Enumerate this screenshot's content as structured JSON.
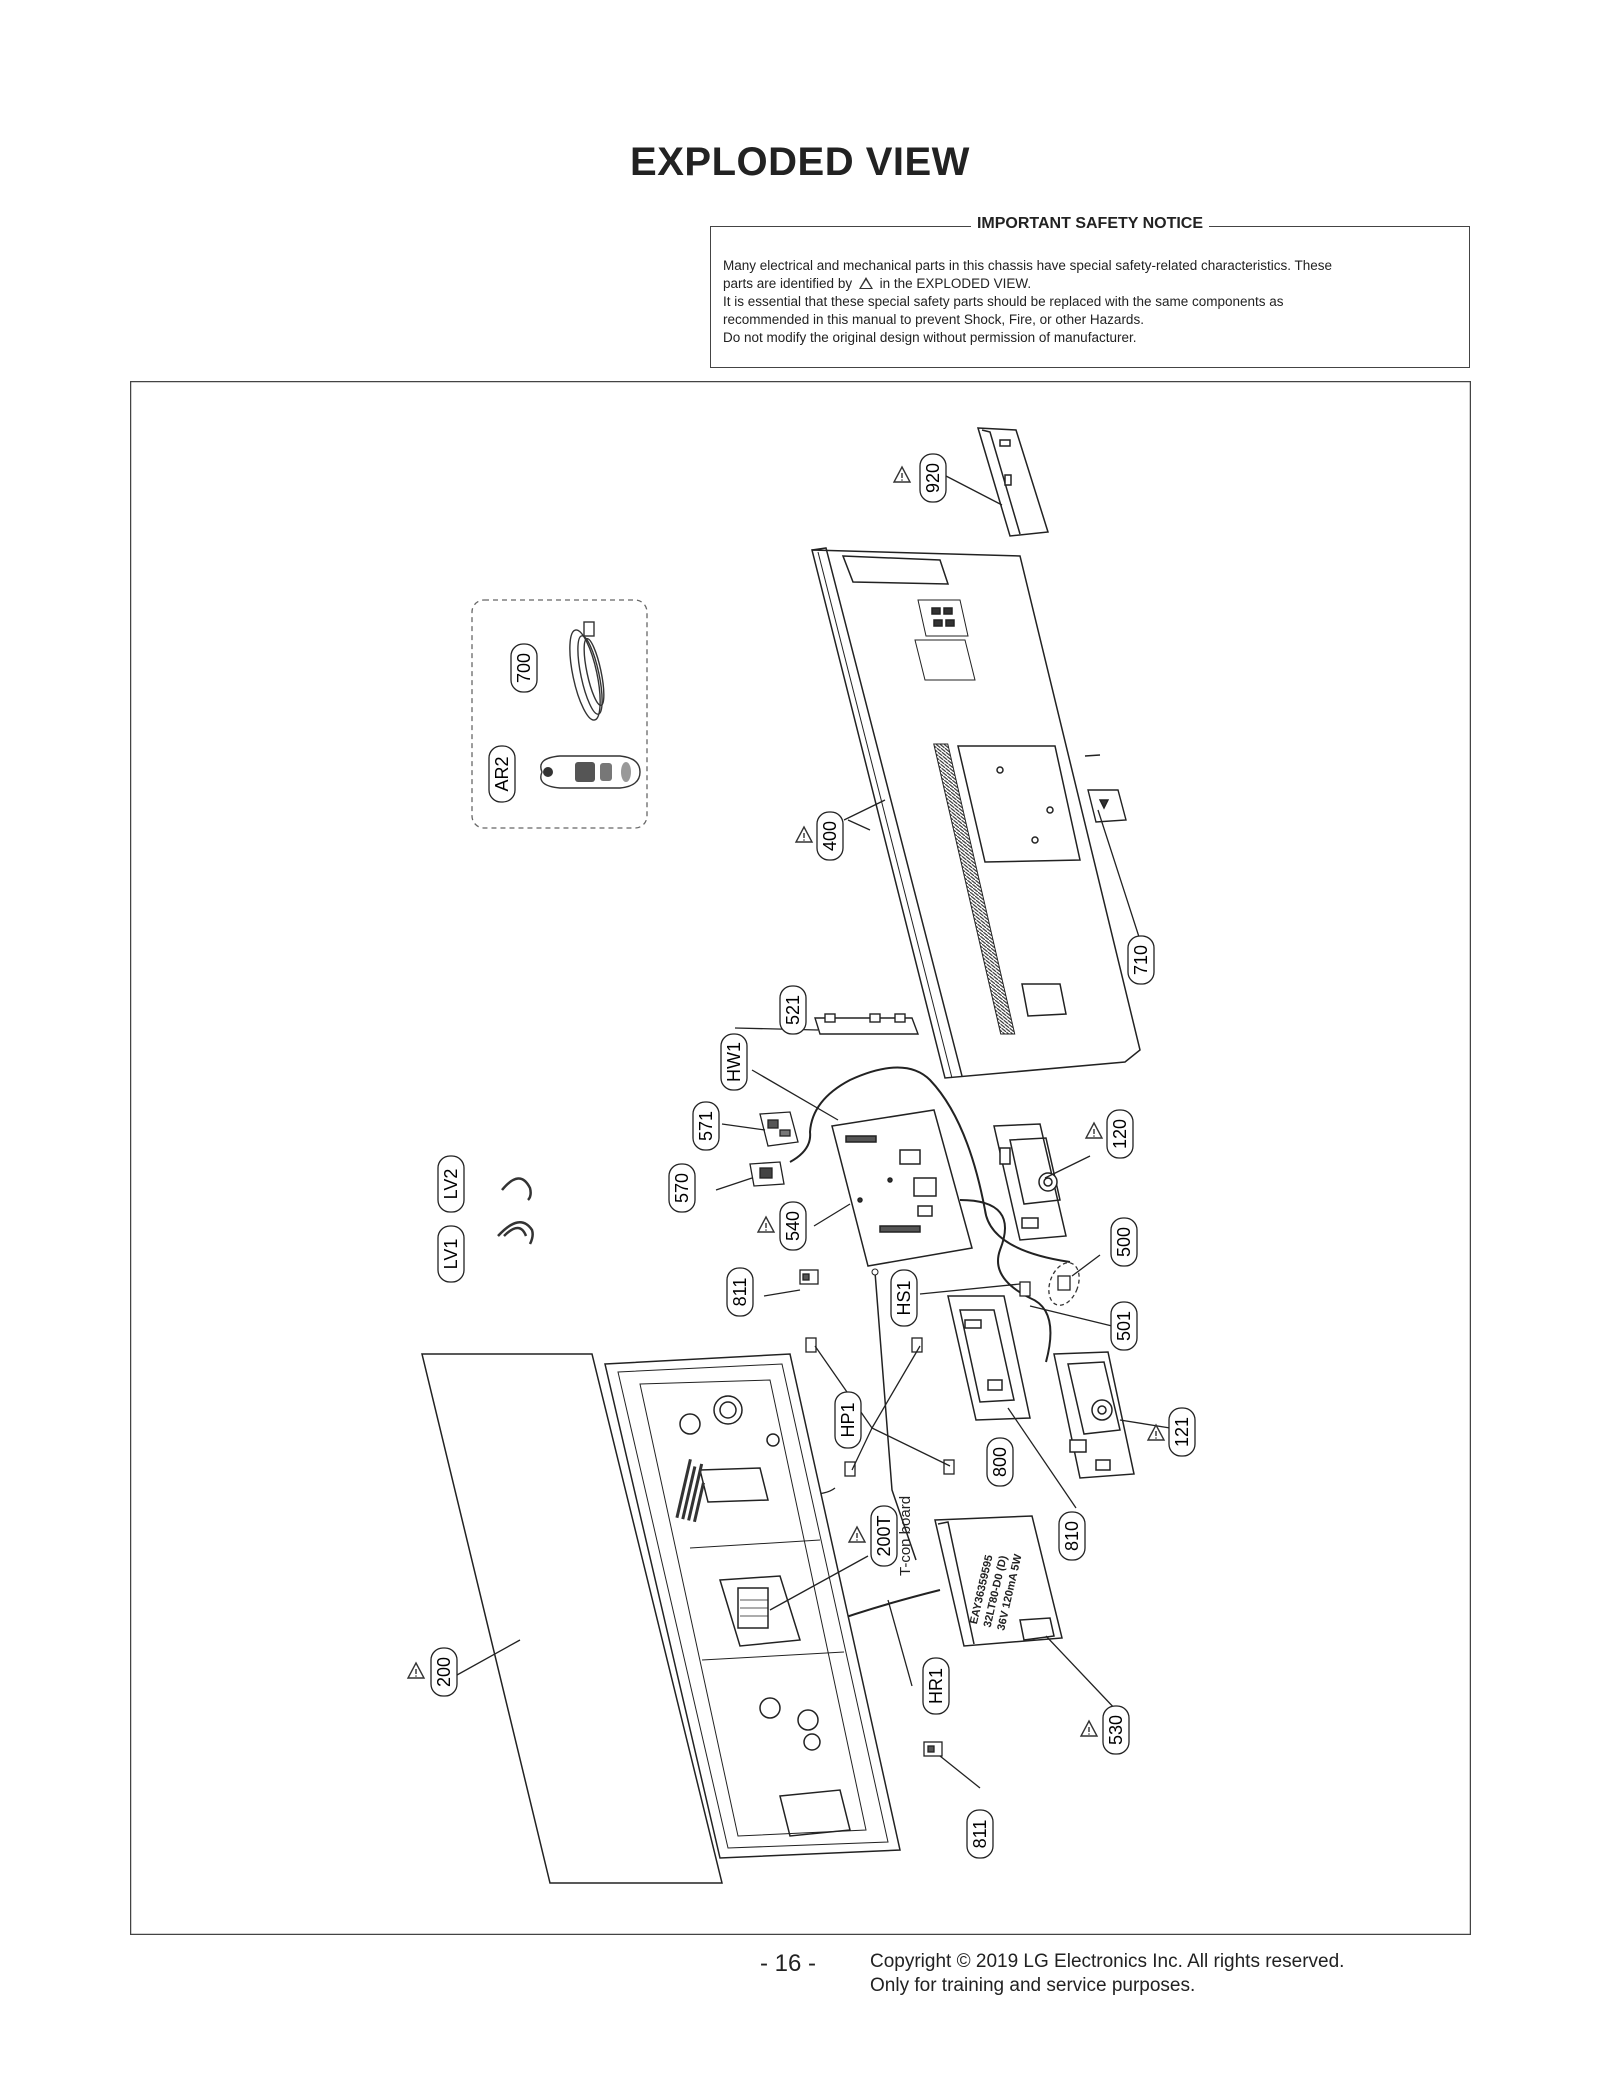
{
  "page_title": "EXPLODED VIEW",
  "safety_notice": {
    "heading": "IMPORTANT SAFETY NOTICE",
    "line1": "Many electrical and mechanical parts in this chassis have special safety-related characteristics. These",
    "line2_before": "parts are identified by",
    "line2_after": "in the EXPLODED VIEW.",
    "line3": "It is essential that these special safety parts should be replaced with the same components as",
    "line4": "recommended in this manual to prevent Shock, Fire, or other Hazards.",
    "line5": "Do not modify the original design without permission of manufacturer."
  },
  "diagram": {
    "labels": {
      "p920": "920",
      "p700": "700",
      "pAR2": "AR2",
      "p400": "400",
      "p710": "710",
      "p521": "521",
      "pHW1": "HW1",
      "p571": "571",
      "p570": "570",
      "p540": "540",
      "p120": "120",
      "p500": "500",
      "pLV2": "LV2",
      "pLV1": "LV1",
      "p811a": "811",
      "pHS1": "HS1",
      "p501": "501",
      "pHP1": "HP1",
      "p121": "121",
      "p800": "800",
      "p810": "810",
      "p200T": "200T",
      "tcon": "T-con board",
      "p200": "200",
      "pHR1": "HR1",
      "p530": "530",
      "p811b": "811"
    },
    "sticker_lines": [
      "EAY36359595",
      "32LT80-D0 (D)",
      "36V 120mA 5W"
    ]
  },
  "footer": {
    "page_number": "- 16 -",
    "copyright": "Copyright © 2019 LG Electronics Inc. All rights reserved.",
    "purpose": "Only for training and service purposes."
  }
}
